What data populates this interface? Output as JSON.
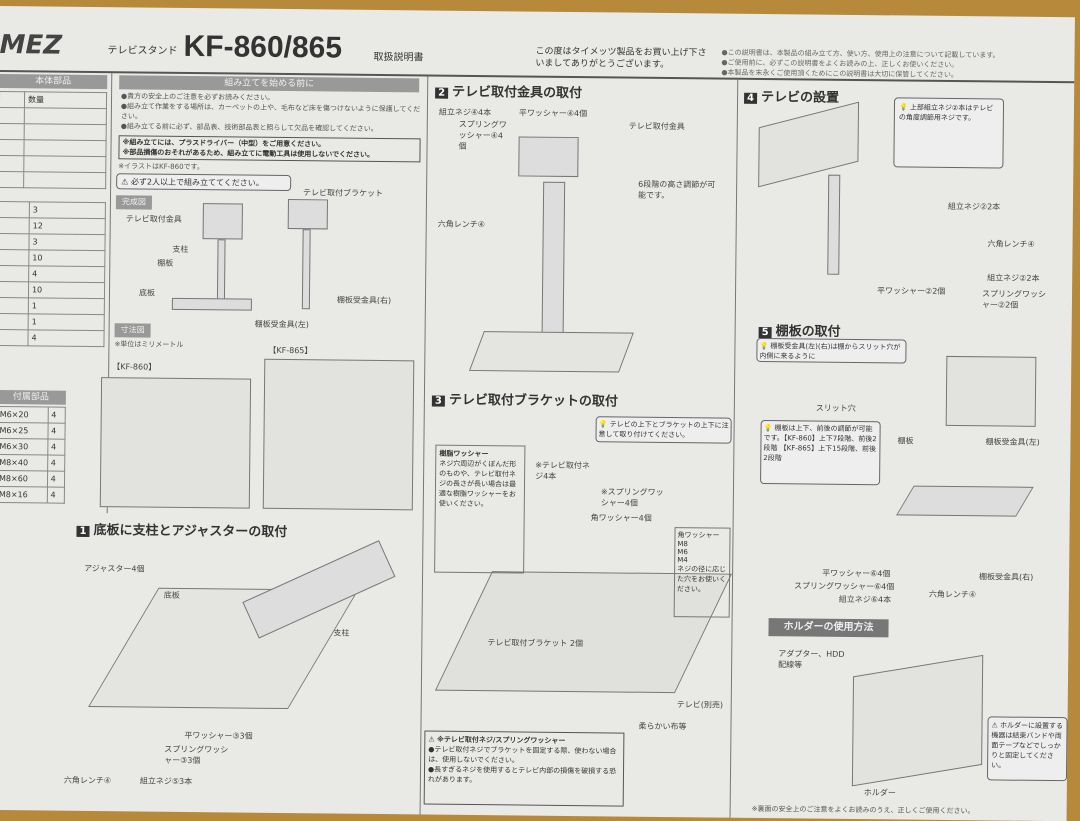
{
  "header": {
    "brand": "MEZ",
    "product_type": "テレビスタンド",
    "model": "KF-860/865",
    "manual": "取扱説明書",
    "thanks": "この度はタイメッツ製品をお買い上げ下さいましてありがとうございます。",
    "notes": [
      "●この説明書は、本製品の組み立て方、使い方、使用上の注意について記載しています。",
      "●ご使用前に、必ずこの説明書をよくお読みの上、正しくお使いください。",
      "●本製品を末永くご使用頂くためにこの説明書は大切に保管してください。"
    ]
  },
  "left": {
    "parts_title": "本体部品",
    "qty_header": "数量",
    "qty": [
      "3",
      "12",
      "3",
      "10",
      "4",
      "10",
      "1",
      "1",
      "4"
    ],
    "parts2_title": "付属部品",
    "sizes": [
      "M6×20",
      "M6×25",
      "M6×30",
      "M8×40",
      "M8×60",
      "M8×16"
    ],
    "sizes_qty": [
      "4",
      "4",
      "4",
      "4",
      "4",
      "4"
    ]
  },
  "intro": {
    "title": "組み立てを始める前に",
    "lines": [
      "●貴方の安全上のご注意を必ずお読みください。",
      "●組み立て作業をする場所は、カーペットの上や、毛布など床を傷つけないように保護してください。",
      "●組み立てる前に必ず、部品表、技術部品表と照らして欠品を確認してください。"
    ],
    "box": [
      "※組み立てには、プラスドライバー（中型）をご用意ください。",
      "※部品損傷のおそれがあるため、組み立てに電動工具は使用しないでください。"
    ],
    "illus_note": "※イラストはKF-860です。",
    "warning": "必ず2人以上で組み立ててください。",
    "complete": "完成図",
    "labels": [
      "テレビ取付金具",
      "支柱",
      "棚板",
      "底板",
      "テレビ取付ブラケット",
      "棚板受金具(左)",
      "棚板受金具(右)"
    ],
    "dims": "寸法図",
    "unit_note": "※単位はミリメートル",
    "kf860": "【KF-860】",
    "kf865": "【KF-865】"
  },
  "sections": {
    "s1": {
      "num": "1",
      "title": "底板に支柱とアジャスターの取付",
      "labels": [
        "アジャスター4個",
        "底板",
        "支柱",
        "平ワッシャー③3個",
        "スプリングワッシャー③3個",
        "六角レンチ④",
        "組立ネジ⑤3本"
      ]
    },
    "s2": {
      "num": "2",
      "title": "テレビ取付金具の取付",
      "labels": [
        "組立ネジ④4本",
        "スプリングワッシャー④4個",
        "平ワッシャー④4個",
        "テレビ取付金具",
        "六角レンチ④",
        "6段階の高さ調節が可能です。"
      ]
    },
    "s3": {
      "num": "3",
      "title": "テレビ取付ブラケットの取付",
      "tip": "テレビの上下とブラケットの上下に注意して取り付けてください。",
      "washer_title": "樹脂ワッシャー",
      "washer_text": "ネジ穴周辺がくぼんだ形のものや、テレビ取付ネジの長さが長い場合は最適な樹脂ワッシャーをお使いください。",
      "labels": [
        "※テレビ取付ネジ4本",
        "※スプリングワッシャー4個",
        "角ワッシャー4個",
        "テレビ取付ブラケット 2個",
        "テレビ(別売)",
        "柔らかい布等",
        "角ワッシャー",
        "ネジの径に応じた穴をお使いください。"
      ],
      "sizes": [
        "M8",
        "M6",
        "M4"
      ],
      "caution_title": "※テレビ取付ネジ/スプリングワッシャー",
      "caution": [
        "●テレビ取付ネジでブラケットを固定する際、使わない場合は、使用しないでください。",
        "●長すぎるネジを使用するとテレビ内部の損傷を破損する恐れがあります。"
      ]
    },
    "s4": {
      "num": "4",
      "title": "テレビの設置",
      "tip": "上部組立ネジ②本はテレビの角度調節用ネジです。",
      "labels": [
        "組立ネジ②2本",
        "六角レンチ④",
        "平ワッシャー②2個",
        "組立ネジ②2本",
        "スプリングワッシャー②2個"
      ]
    },
    "s5": {
      "num": "5",
      "title": "棚板の取付",
      "tip1": "棚板受金具(左)(右)は棚からスリット穴が内側に来るように",
      "tip2": "棚板は上下、前後の調節が可能です。【KF-860】上下7段階、前後2段階 【KF-865】上下15段階、前後2段階",
      "labels": [
        "スリット穴",
        "棚板",
        "棚板受金具(左)",
        "棚板受金具(右)",
        "平ワッシャー⑥4個",
        "スプリングワッシャー⑥4個",
        "組立ネジ⑥4本",
        "六角レンチ④"
      ]
    },
    "holder": {
      "title": "ホルダーの使用方法",
      "labels": [
        "アダプター、HDD配線等",
        "ホルダー"
      ],
      "caution": "ホルダーに設置する機器は結束バンドや両面テープなどでしっかりと固定してください。"
    }
  },
  "footer": "※裏面の安全上のご注意をよくお読みのうえ、正しくご使用ください。"
}
